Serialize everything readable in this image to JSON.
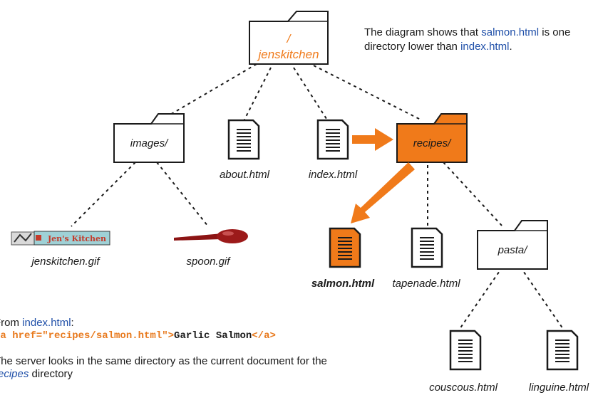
{
  "nodes": {
    "root": {
      "label_line1": "/",
      "label_line2": "jenskitchen"
    },
    "images": {
      "label": "images/"
    },
    "about": {
      "label": "about.html"
    },
    "index": {
      "label": "index.html"
    },
    "recipes": {
      "label": "recipes/"
    },
    "jenskitchen_gif": {
      "label": "jenskitchen.gif",
      "logo_text": "Jen's Kitchen"
    },
    "spoon_gif": {
      "label": "spoon.gif"
    },
    "salmon": {
      "label": "salmon.html"
    },
    "tapenade": {
      "label": "tapenade.html"
    },
    "pasta": {
      "label": "pasta/"
    },
    "couscous": {
      "label": "couscous.html"
    },
    "linguine": {
      "label": "linguine.html"
    }
  },
  "caption": {
    "part1": "The diagram shows that ",
    "link1": "salmon.html",
    "part2": " is one directory lower than ",
    "link2": "index.html",
    "part3": "."
  },
  "explanation": {
    "from_prefix": "From ",
    "from_link": "index.html",
    "from_suffix": ":",
    "code_open": "<a href=\"recipes/salmon.html\">",
    "code_text": "Garlic Salmon",
    "code_close": "</a>",
    "server_text": "The server looks in the same directory as the current document for the",
    "server_dir": "recipes",
    "server_suffix": " directory"
  },
  "colors": {
    "highlight": "#f07a1a",
    "link": "#1f4fa8",
    "outline": "#1a1a1a"
  }
}
